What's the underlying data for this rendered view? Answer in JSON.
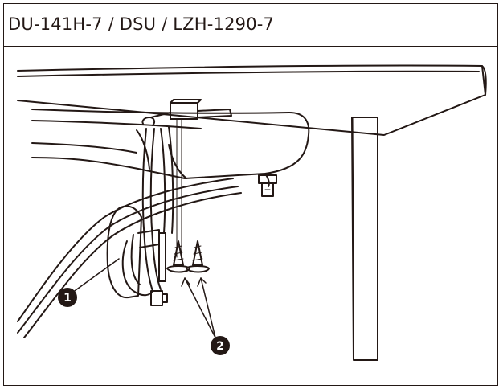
{
  "header": {
    "title": "DU-141H-7 / DSU / LZH-1290-7"
  },
  "callouts": [
    {
      "id": "callout-1",
      "label": "1"
    },
    {
      "id": "callout-2",
      "label": "2"
    }
  ],
  "colors": {
    "line": "#231815",
    "background": "#ffffff",
    "marker_fill": "#231815"
  }
}
